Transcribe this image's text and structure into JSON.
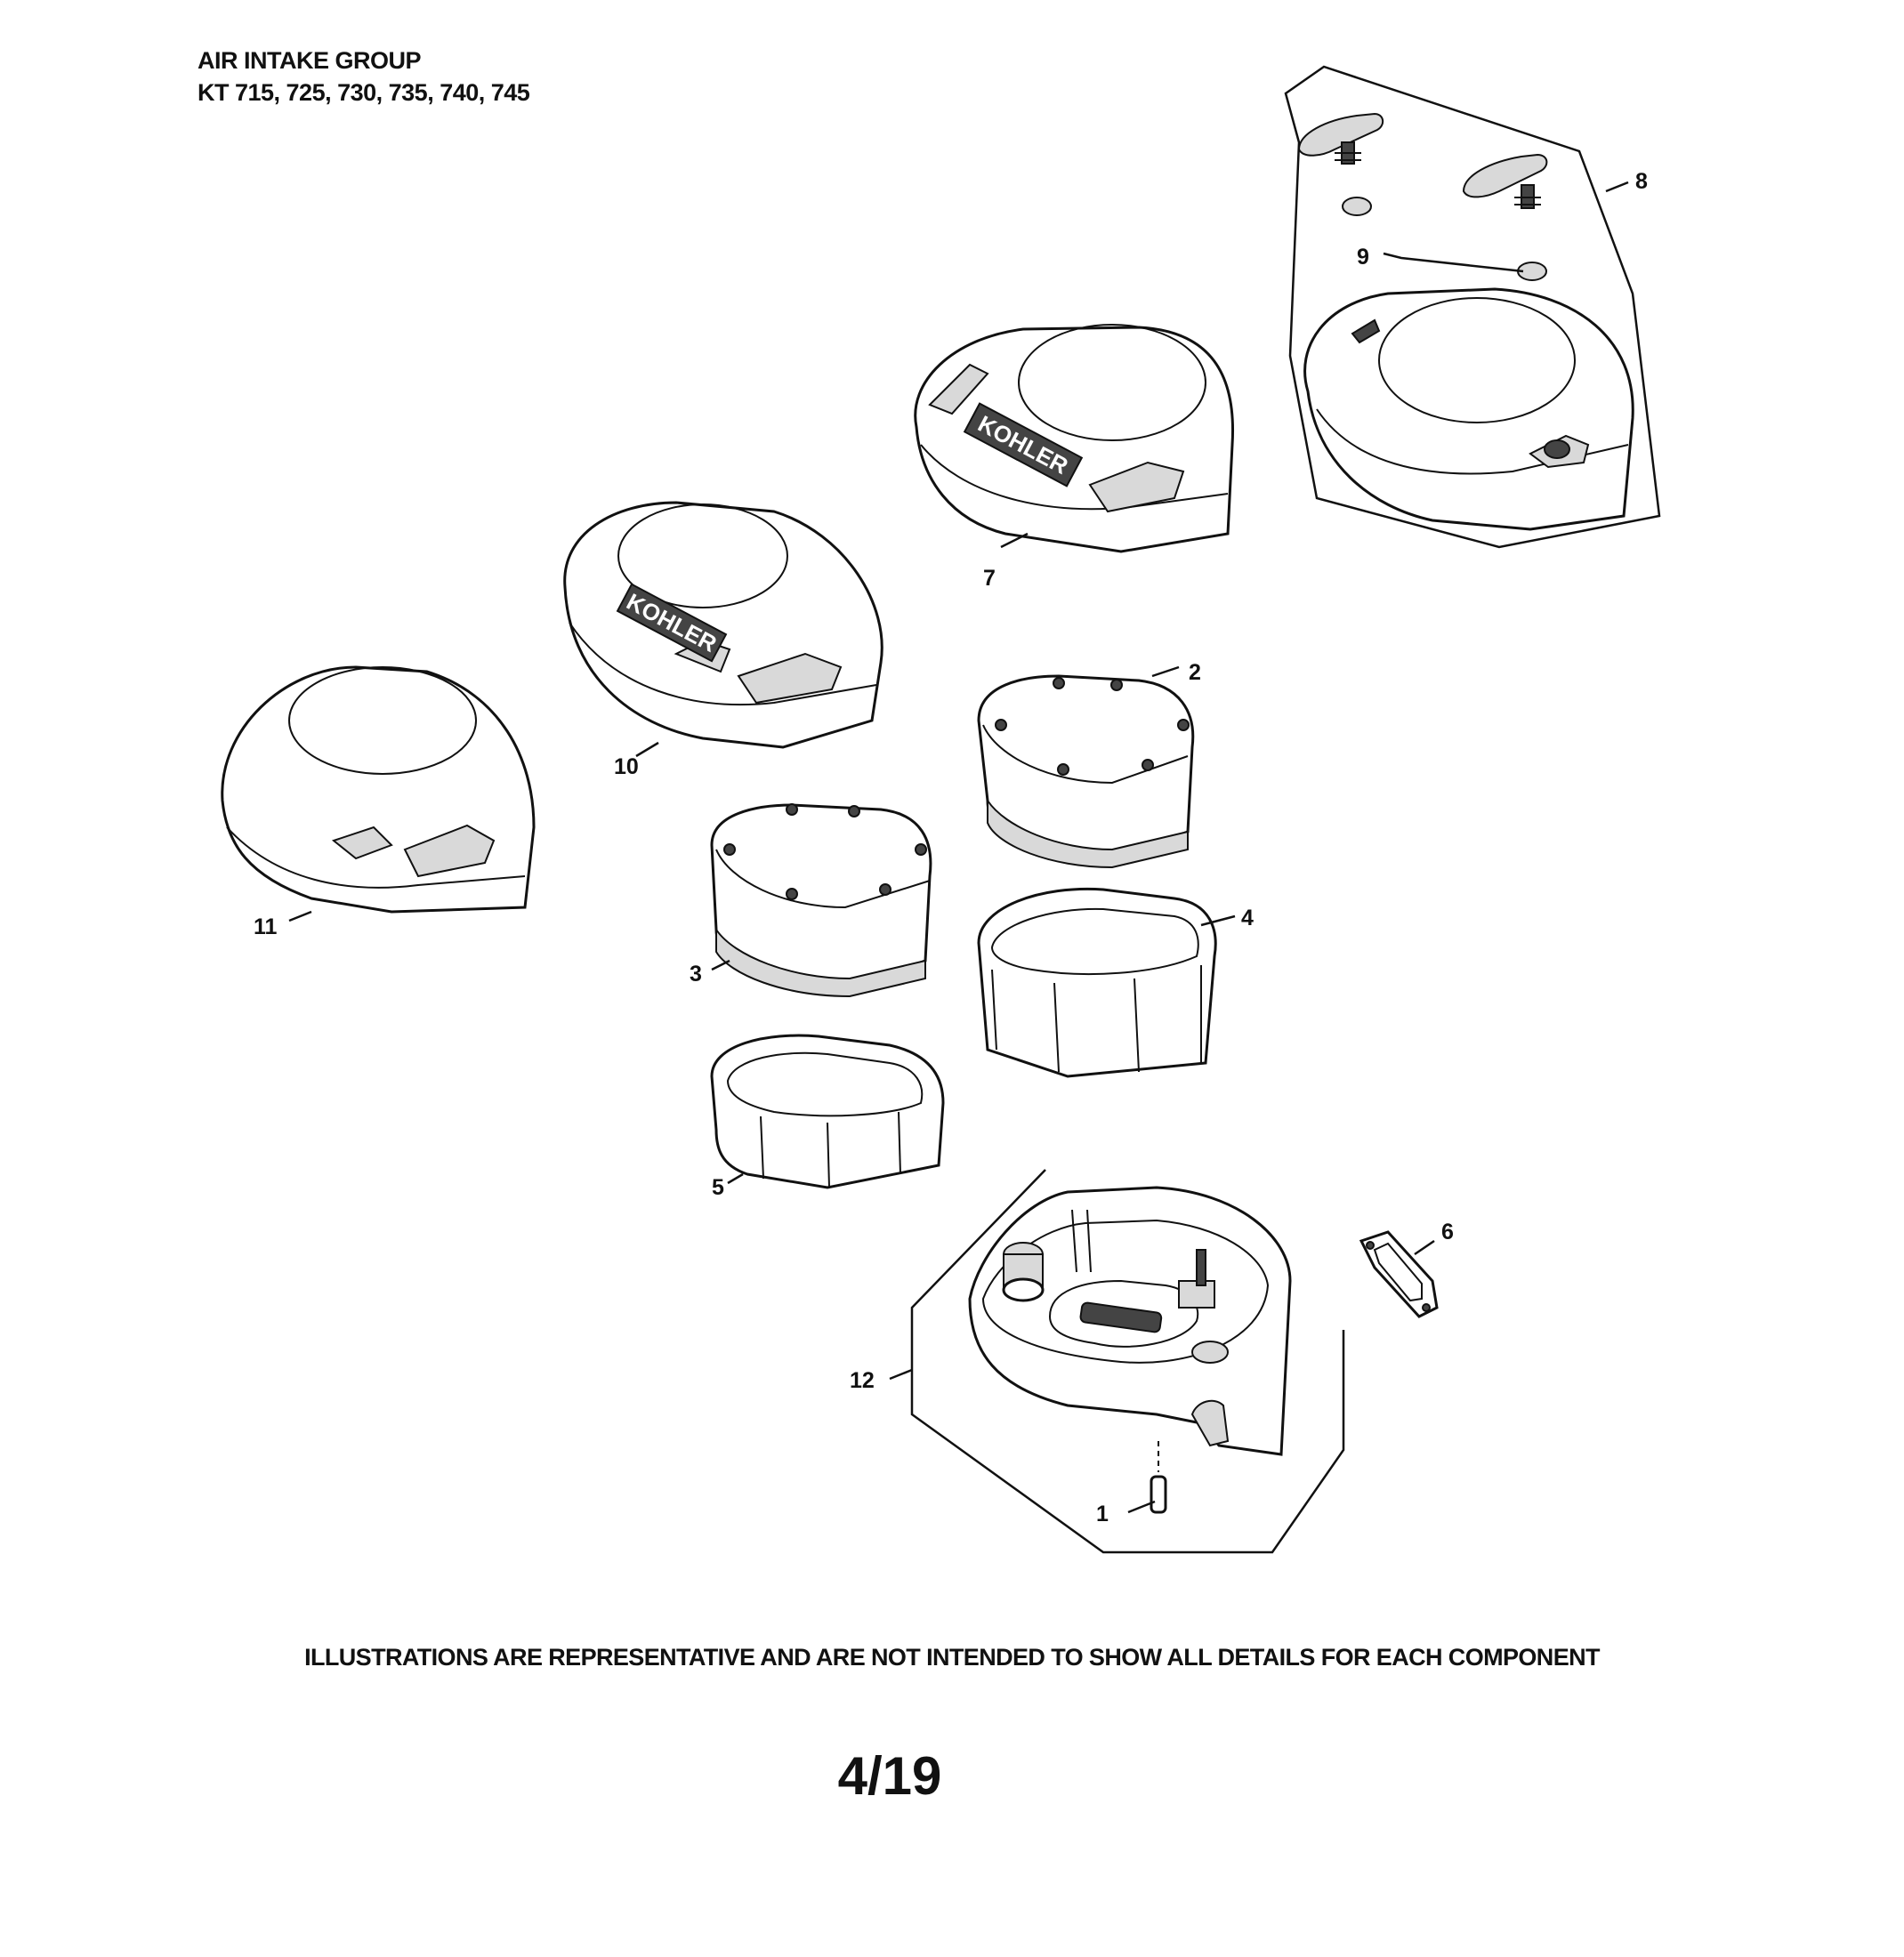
{
  "header": {
    "title": "AIR INTAKE GROUP",
    "models": "KT 715, 725, 730, 735, 740, 745"
  },
  "brand_mark": "KOHLER",
  "callouts": [
    "1",
    "2",
    "3",
    "4",
    "5",
    "6",
    "7",
    "8",
    "9",
    "10",
    "11",
    "12"
  ],
  "disclaimer": "ILLUSTRATIONS ARE REPRESENTATIVE AND ARE NOT INTENDED TO SHOW ALL DETAILS FOR EACH COMPONENT",
  "page_number": "4/19"
}
